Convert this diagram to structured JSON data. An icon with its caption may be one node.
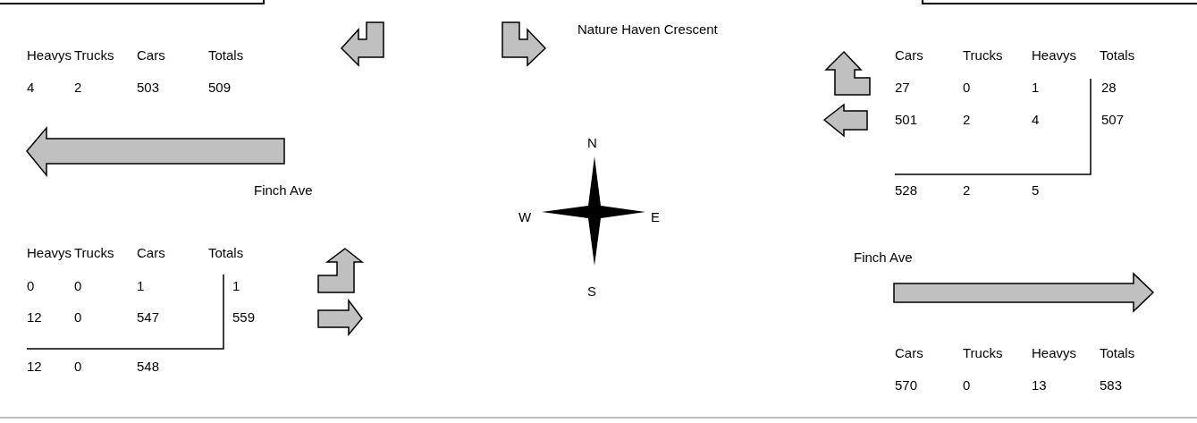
{
  "diagram": {
    "labels": [
      "Nature Haven Crescent",
      "Heavys",
      "Trucks",
      "Cars",
      "Totals",
      "4",
      "2",
      "503",
      "509",
      "Cars",
      "Trucks",
      "Heavys",
      "Totals",
      "27",
      "0",
      "1",
      "28",
      "501",
      "2",
      "4",
      "507",
      "528",
      "2",
      "5",
      "N",
      "Finch Ave",
      "W",
      "E",
      "Heavys",
      "Trucks",
      "Cars",
      "Totals",
      "0",
      "0",
      "1",
      "1",
      "12",
      "0",
      "547",
      "559",
      "12",
      "0",
      "548",
      "Finch Ave",
      "S",
      "Cars",
      "Trucks",
      "Heavys",
      "Totals",
      "570",
      "0",
      "13",
      "583"
    ]
  }
}
